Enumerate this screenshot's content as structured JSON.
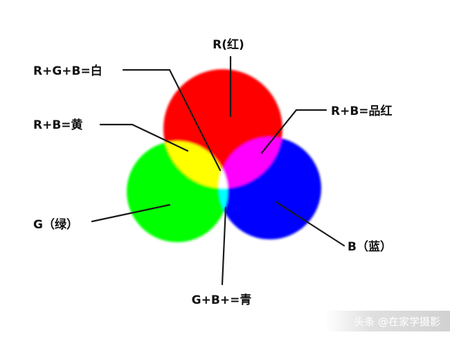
{
  "diagram": {
    "labels": {
      "red": "R(红)",
      "white": "R+G+B=白",
      "magenta": "R+B=品红",
      "yellow": "R+B=黄",
      "green": "G（绿）",
      "blue": "B（蓝）",
      "cyan": "G+B+=青"
    },
    "colors": {
      "red": "#ff0000",
      "green": "#00ff00",
      "blue": "#0000ff",
      "yellow": "#ffff00",
      "magenta": "#ff00ff",
      "cyan": "#00ffff",
      "white": "#ffffff"
    }
  },
  "watermark": {
    "text": "头条 @在家学摄影"
  }
}
